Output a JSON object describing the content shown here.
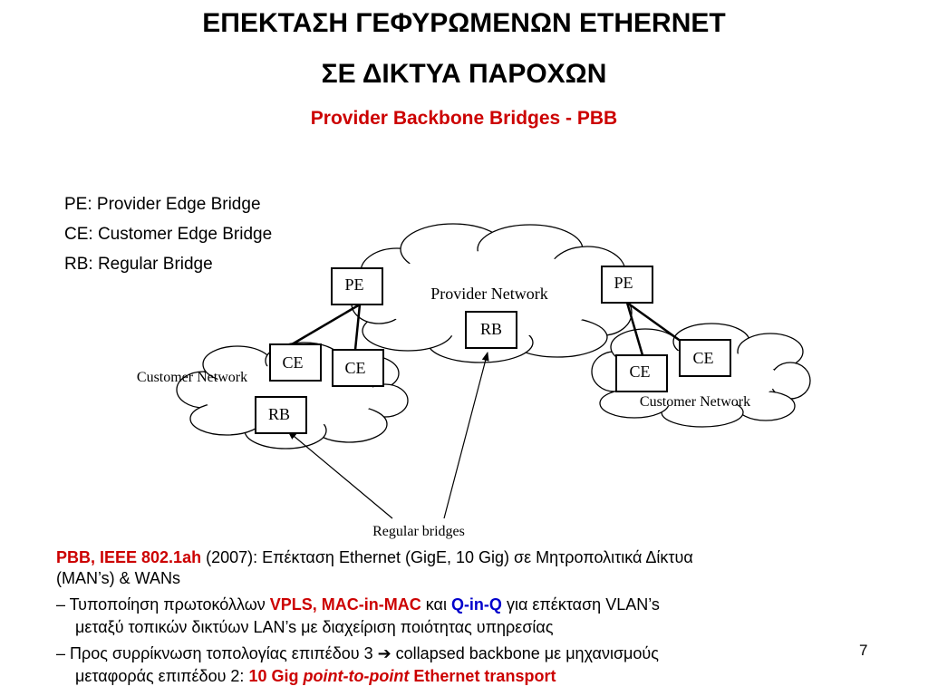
{
  "slide": {
    "title_line1": "ΕΠΕΚΤΑΣΗ ΓΕΦΥΡΩΜΕΝΩΝ ETHERNET",
    "title_line2": "ΣΕ ΔΙΚΤΥΑ ΠΑΡΟΧΩΝ",
    "subtitle": "Provider Backbone Bridges - PBB",
    "page_number": "7"
  },
  "legend": [
    "PE: Provider Edge Bridge",
    "CE: Customer Edge Bridge",
    "RB: Regular Bridge"
  ],
  "diagram": {
    "provider_network_label": "Provider Network",
    "customer_network_left_label": "Customer Network",
    "customer_network_right_label": "Customer Network",
    "regular_bridges_label": "Regular bridges",
    "nodes": {
      "pe_left": "PE",
      "pe_right": "PE",
      "rb_provider": "RB",
      "ce_left_1": "CE",
      "ce_left_2": "CE",
      "rb_left": "RB",
      "ce_right_1": "CE",
      "ce_right_2": "CE"
    }
  },
  "body": {
    "p1_red": "PBB, IEEE 802.1ah",
    "p1_rest": " (2007): Επέκταση Ethernet (GigE, 10 Gig) σε Μητροπολιτικά Δίκτυα",
    "p1_line2": "(MAN’s) & WANs",
    "p2_a": "– Τυποποίηση πρωτοκόλλων ",
    "p2_red": "VPLS, MAC-in-MAC",
    "p2_b": " και ",
    "p2_blue": "Q-in-Q",
    "p2_c": " για επέκταση VLAN’s",
    "p2_line2": "μεταξύ τοπικών δικτύων LAN’s με διαχείριση ποιότητας υπηρεσίας",
    "p3_a": "– Προς συρρίκνωση τοπολογίας επιπέδου 3 ",
    "p3_arrow": "➔",
    "p3_b": "  collapsed backbone με μηχανισμούς",
    "p3_line2_a": "μεταφοράς επιπέδου 2: ",
    "p3_red1": "10 Gig ",
    "p3_red_it": "point-to-point",
    "p3_red2": " Ethernet transport"
  }
}
